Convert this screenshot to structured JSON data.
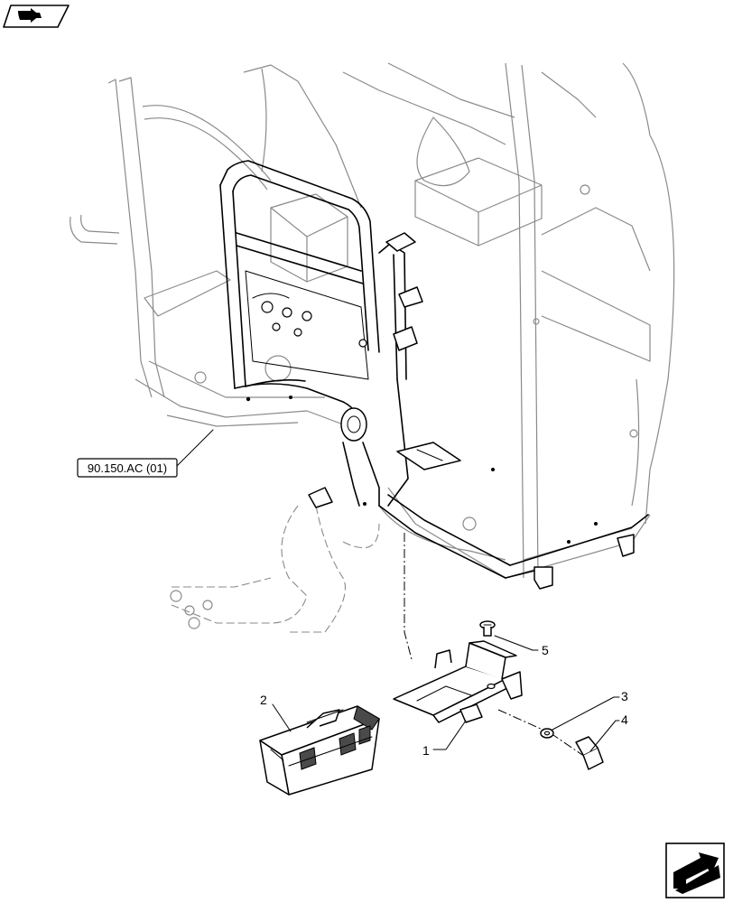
{
  "reference_label": "90.150.AC (01)",
  "callouts": {
    "part1": "1",
    "part2": "2",
    "part3": "3",
    "part4": "4",
    "part5": "5"
  },
  "icons": {
    "top_left": "book-with-arrow-icon",
    "bottom_right": "next-page-arrow-icon"
  }
}
